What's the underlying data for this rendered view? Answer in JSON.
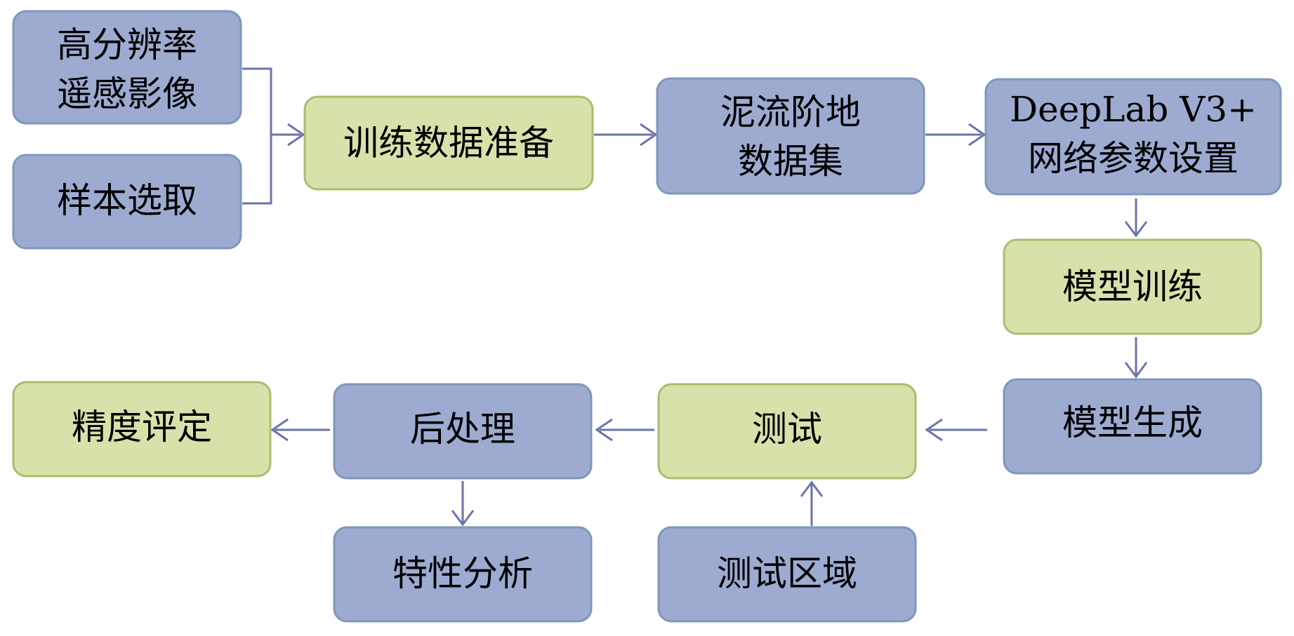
{
  "nodes": {
    "high_res_imagery": [
      "高分辨率",
      "遥感影像"
    ],
    "sample_selection": [
      "样本选取"
    ],
    "training_data_prep": [
      "训练数据准备"
    ],
    "debris_flow_dataset": [
      "泥流阶地",
      "数据集"
    ],
    "network_params": [
      "DeepLab V3+",
      "网络参数设置"
    ],
    "model_training": [
      "模型训练"
    ],
    "model_generation": [
      "模型生成"
    ],
    "testing": [
      "测试"
    ],
    "test_area": [
      "测试区域"
    ],
    "post_processing": [
      "后处理"
    ],
    "characteristic_analysis": [
      "特性分析"
    ],
    "accuracy_evaluation": [
      "精度评定"
    ]
  },
  "colors": {
    "blue_fill": "#9dabd1",
    "blue_border": "#7e97bb",
    "green_fill": "#d6e2aa",
    "green_border": "#a9bd6e",
    "arrow": "#6b74a8"
  }
}
